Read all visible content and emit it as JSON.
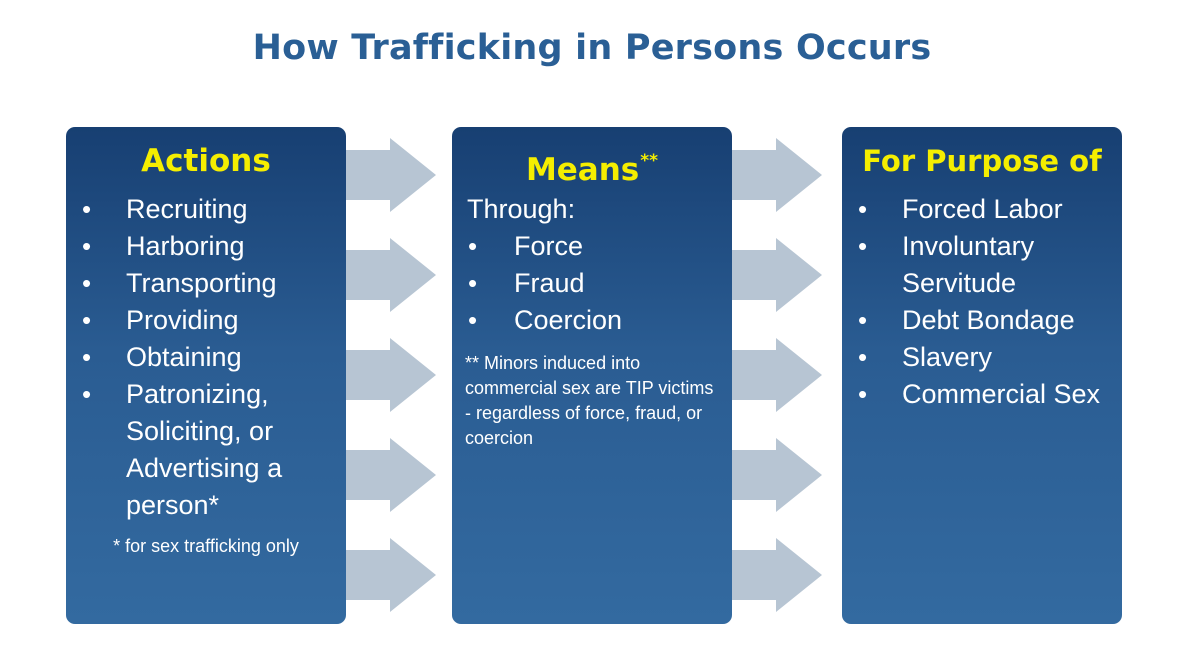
{
  "title": "How Trafficking in Persons Occurs",
  "colors": {
    "title": "#2a5f95",
    "box_top": "#173f72",
    "box_bottom": "#336aa0",
    "heading": "#f5ee00",
    "arrow": "#b7c5d3"
  },
  "actions": {
    "heading": "Actions",
    "items": [
      "Recruiting",
      "Harboring",
      "Transporting",
      "Providing",
      "Obtaining",
      "Patronizing, Soliciting, or Advertising a person*"
    ],
    "footnote": "* for sex trafficking only"
  },
  "means": {
    "heading": "Means",
    "heading_mark": "**",
    "intro": "Through:",
    "items": [
      "Force",
      "Fraud",
      "Coercion"
    ],
    "note": "** Minors induced into commercial sex are TIP victims - regardless of force, fraud, or coercion"
  },
  "purpose": {
    "heading": "For Purpose of",
    "items": [
      "Forced Labor",
      "Involuntary Servitude",
      "Debt Bondage",
      "Slavery",
      "Commercial Sex"
    ]
  }
}
